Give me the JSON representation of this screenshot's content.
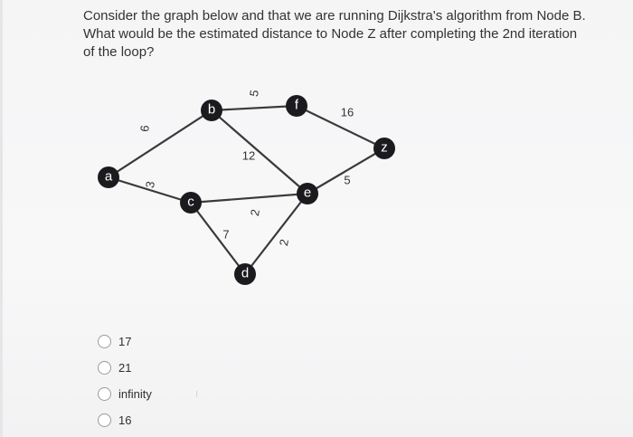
{
  "question": {
    "line1": "Consider the graph below and that we are running Dijkstra's algorithm from Node B.",
    "line2": "What would be the estimated distance to Node Z after completing the 2nd iteration",
    "line3": "of the loop?"
  },
  "graph": {
    "nodes": {
      "a": "a",
      "b": "b",
      "c": "c",
      "d": "d",
      "e": "e",
      "f": "f",
      "z": "z"
    },
    "weights": {
      "a_b": "6",
      "a_c": "3",
      "b_f": "5",
      "b_e": "12",
      "c_e": "2",
      "c_d": "7",
      "d_e": "2",
      "f_z": "16",
      "e_z": "5"
    },
    "colors": {
      "node_fill": "#1b1b1f",
      "edge": "#3a3a3a"
    }
  },
  "options": [
    {
      "label": "17"
    },
    {
      "label": "21"
    },
    {
      "label": "infinity"
    },
    {
      "label": "16"
    }
  ]
}
